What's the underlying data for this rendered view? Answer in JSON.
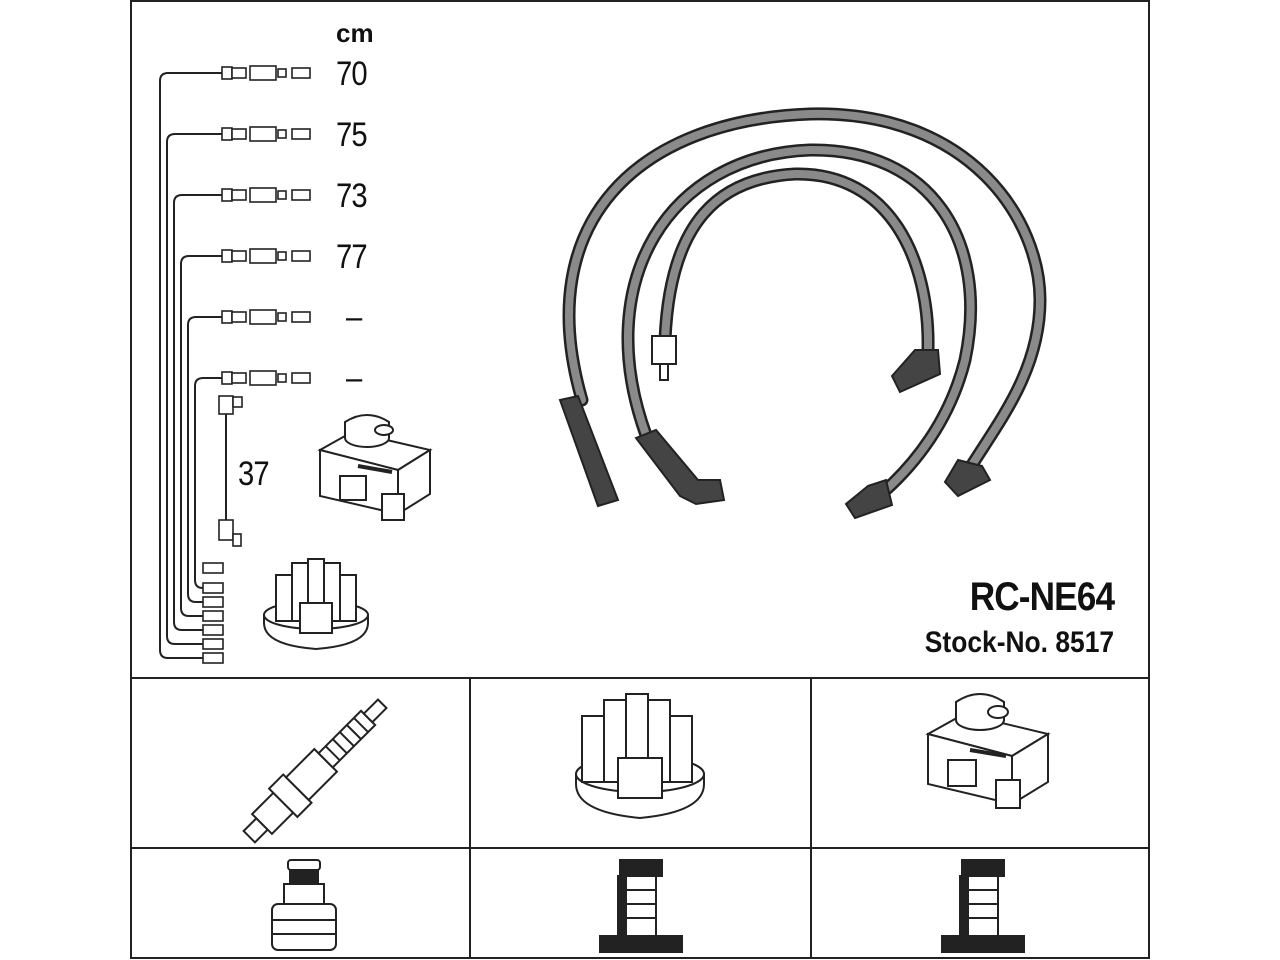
{
  "diagram": {
    "unit_label": "cm",
    "cables": [
      {
        "length": "70"
      },
      {
        "length": "75"
      },
      {
        "length": "73"
      },
      {
        "length": "77"
      },
      {
        "length": "–"
      },
      {
        "length": "–"
      }
    ],
    "coil_lead_length": "37",
    "model": "RC-NE64",
    "stock": "Stock-No. 8517"
  },
  "colors": {
    "line": "#222222",
    "cable_gray": "#8a8a8a",
    "background": "#ffffff"
  },
  "icons": {
    "spark_plug": "spark-plug-icon",
    "distributor_cap": "distributor-cap-icon",
    "ignition_coil": "ignition-coil-icon",
    "plug_terminal": "plug-terminal-icon",
    "cap_terminal": "cap-terminal-icon",
    "coil_terminal": "coil-terminal-icon"
  }
}
